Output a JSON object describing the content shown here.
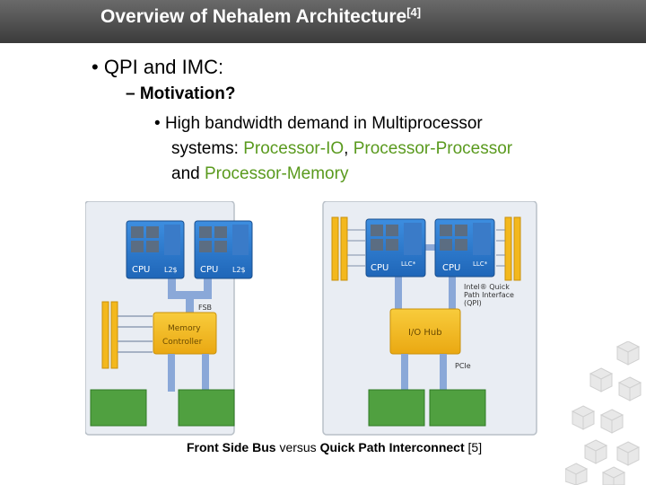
{
  "slide": {
    "title": "Overview of Nehalem Architecture",
    "title_ref": "[4]"
  },
  "bullets": {
    "level1": "QPI and IMC:",
    "level2": "Motivation?",
    "level3_line1": "High bandwidth demand in Multiprocessor",
    "level3_line2_a": "systems: ",
    "level3_line2_green1": "Processor-IO",
    "level3_line2_b": ", ",
    "level3_line2_green2": "Processor-Processor",
    "level3_line3_a": "and ",
    "level3_line3_green": "Processor-Memory"
  },
  "diagram_fsb": {
    "cpu1_label": "CPU",
    "cpu1_cache": "L2$",
    "cpu2_label": "CPU",
    "cpu2_cache": "L2$",
    "bus_label": "FSB",
    "controller_line1": "Memory",
    "controller_line2": "Controller"
  },
  "diagram_qpi": {
    "cpu1_label": "CPU",
    "cpu1_cache": "LLC*",
    "cpu2_label": "CPU",
    "cpu2_cache": "LLC*",
    "qpi_line1": "Intel® Quick",
    "qpi_line2": "Path Interface",
    "qpi_line3": "(QPI)",
    "hub_label": "I/O Hub",
    "pcie_label": "PCIe"
  },
  "caption": {
    "part1": "Front Side Bus",
    "part2": " versus ",
    "part3": "Quick Path Interconnect",
    "part4": " [5]"
  },
  "colors": {
    "title_bar": "#4a4a4a",
    "highlight_green": "#5a9a1e",
    "cpu_blue": "#2f7fd0",
    "bus_blue": "#8aa8d8",
    "hub_gold": "#f3bd1e"
  }
}
